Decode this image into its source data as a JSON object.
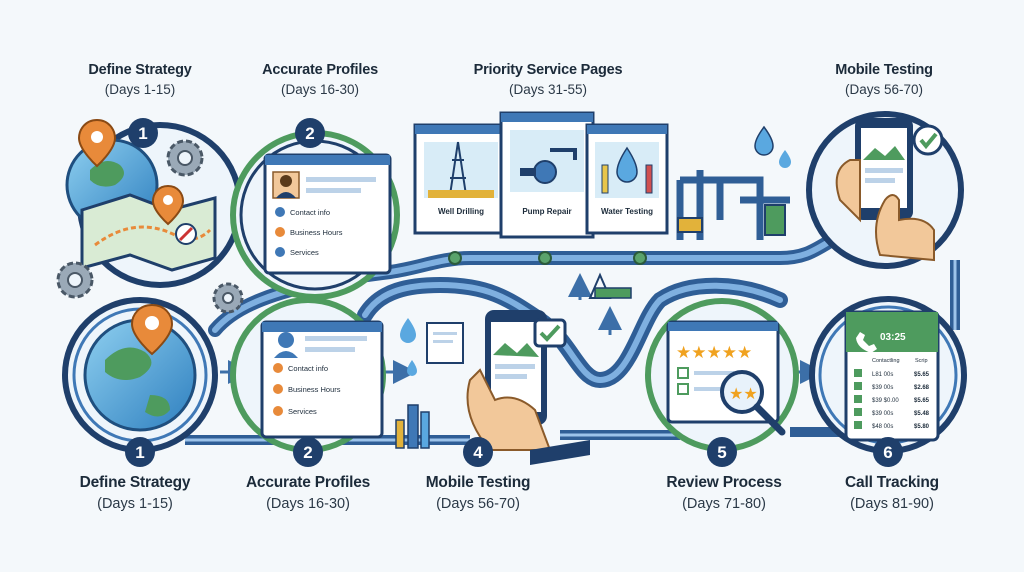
{
  "top_steps": [
    {
      "title": "Define Strategy",
      "days": "(Days 1-15)",
      "number": "1"
    },
    {
      "title": "Accurate Profiles",
      "days": "(Days 16-30)",
      "number": "2"
    },
    {
      "title": "Priority Service Pages",
      "days": "(Days 31-55)"
    },
    {
      "title": "Mobile Testing",
      "days": "(Days 56-70)"
    }
  ],
  "bottom_steps": [
    {
      "title": "Define Strategy",
      "days": "(Days 1-15)",
      "number": "1"
    },
    {
      "title": "Accurate Profiles",
      "days": "(Days 16-30)",
      "number": "2"
    },
    {
      "title": "Mobile Testing",
      "days": "(Days 56-70)",
      "number": "4"
    },
    {
      "title": "Review Process",
      "days": "(Days 71-80)",
      "number": "5"
    },
    {
      "title": "Call Tracking",
      "days": "(Days 81-90)",
      "number": "6"
    }
  ],
  "profile_card": {
    "contact": "Contact info",
    "hours": "Business Hours",
    "services": "Services"
  },
  "service_pages": [
    "Well Drilling",
    "Pump Repair",
    "Water Testing"
  ],
  "call_tracking": {
    "timer": "03:25",
    "col1": "Contactling",
    "col2": "Scrip",
    "rows": [
      {
        "a": "L81 00s",
        "b": "$5.65"
      },
      {
        "a": "$39 00s",
        "b": "$2.68"
      },
      {
        "a": "$39 $0.00",
        "b": "$5.65"
      },
      {
        "a": "$39 00s",
        "b": "$5.48"
      },
      {
        "a": "$48 00s",
        "b": "$5.80"
      }
    ]
  },
  "colors": {
    "navy": "#1f3f6b",
    "blue": "#3f78b6",
    "green": "#4e9b5e",
    "orange": "#e88a3a",
    "pipe": "#3c6fa8"
  }
}
